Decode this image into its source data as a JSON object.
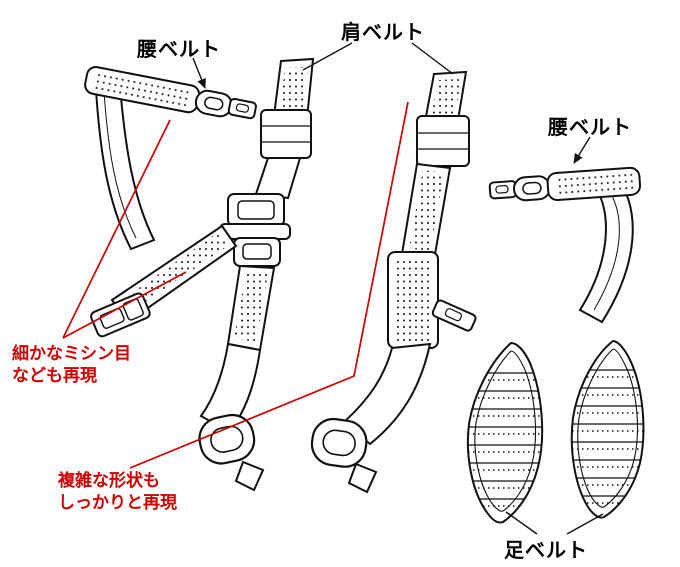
{
  "labels": {
    "waist_belt_left": "腰ベルト",
    "shoulder_belt": "肩ベルト",
    "waist_belt_right": "腰ベルト",
    "foot_belt": "足ベルト"
  },
  "annotations": {
    "stitch_detail_line1": "細かなミシン目",
    "stitch_detail_line2": "なども再現",
    "complex_shape_line1": "複雑な形状も",
    "complex_shape_line2": "しっかりと再現"
  },
  "colors": {
    "line": "#111111",
    "annotation_red": "#cc0000",
    "background": "#ffffff"
  }
}
